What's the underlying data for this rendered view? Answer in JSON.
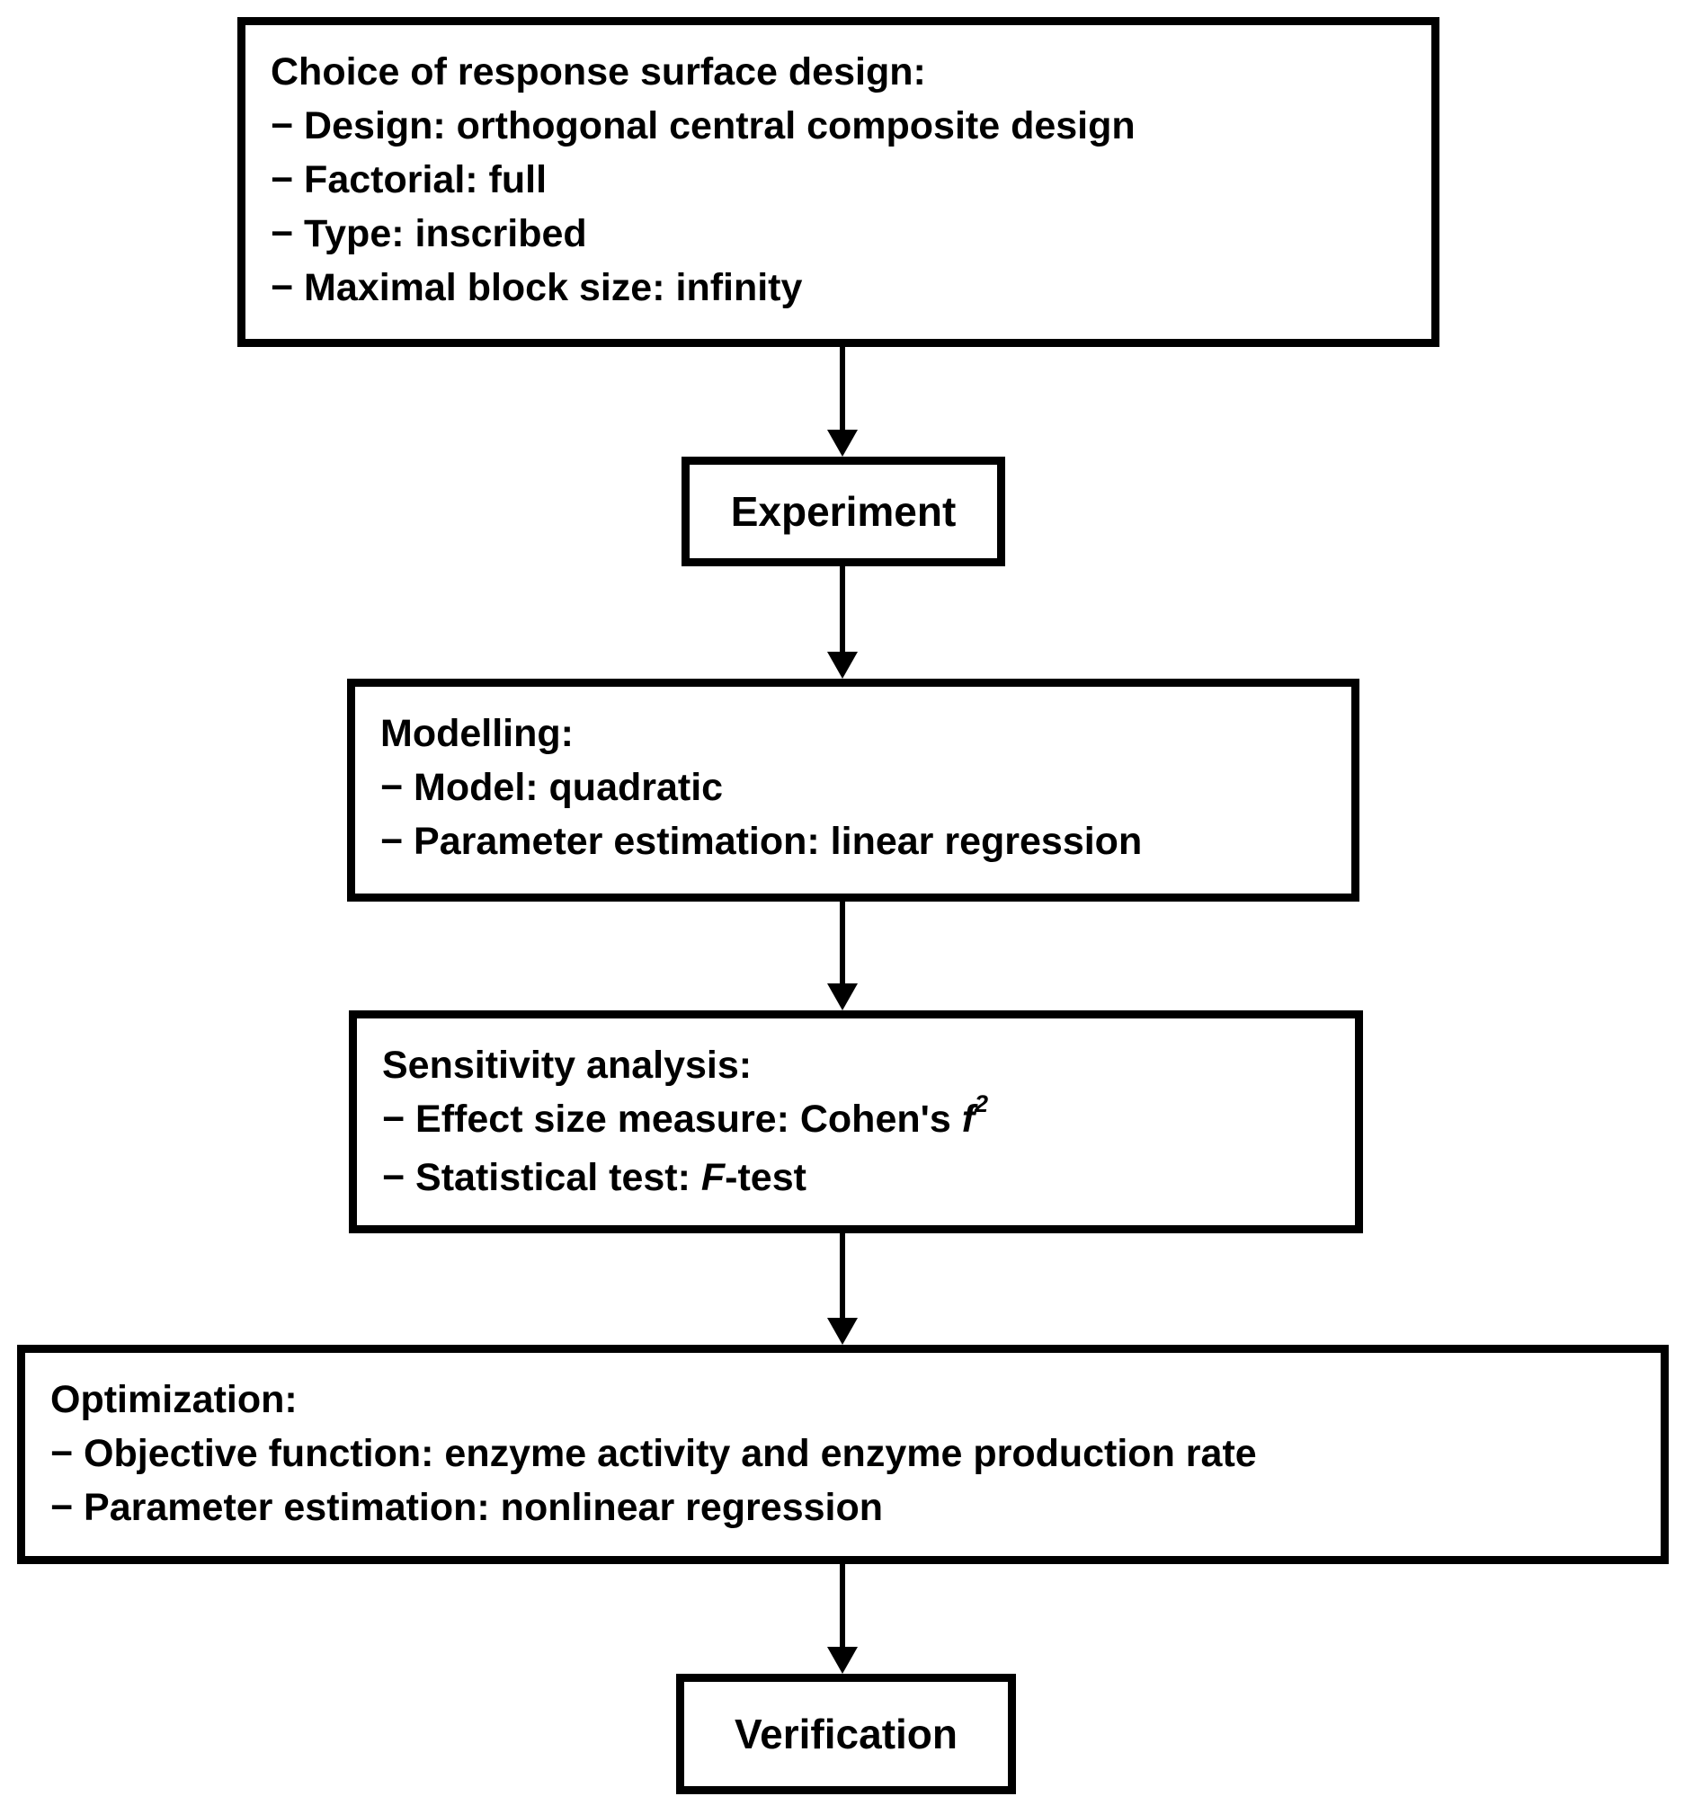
{
  "colors": {
    "ink": "#000000",
    "background": "#ffffff"
  },
  "boxes": {
    "design": {
      "title": "Choice of response surface design:",
      "items": [
        "− Design: orthogonal central composite design",
        "− Factorial: full",
        "− Type: inscribed",
        "− Maximal block size: infinity"
      ]
    },
    "experiment": {
      "label": "Experiment"
    },
    "modelling": {
      "title": "Modelling:",
      "items": [
        "− Model: quadratic",
        "− Parameter estimation: linear regression"
      ]
    },
    "sensitivity": {
      "title": "Sensitivity analysis:",
      "effect_size": {
        "prefix": "− Effect size measure: Cohen's ",
        "symbol": "f",
        "superscript": "2"
      },
      "statistical_test": {
        "prefix": "− Statistical test: ",
        "symbol": "F",
        "suffix": "-test"
      }
    },
    "optimization": {
      "title": "Optimization:",
      "items": [
        "− Objective function: enzyme activity and enzyme production rate",
        "− Parameter estimation: nonlinear regression"
      ]
    },
    "verification": {
      "label": "Verification"
    }
  }
}
